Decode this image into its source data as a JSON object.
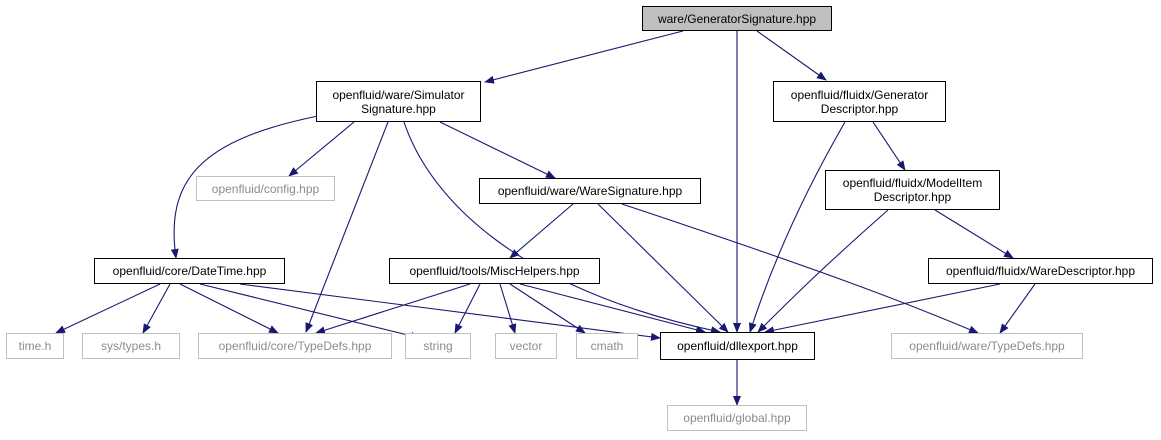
{
  "colors": {
    "edge": "#191970",
    "border": "#000000",
    "external_border": "#bfbfbf",
    "external_text": "#8c8c8c",
    "root_fill": "#bfbfbf"
  },
  "nodes": {
    "root": "ware/GeneratorSignature.hpp",
    "simsig": "openfluid/ware/Simulator\nSignature.hpp",
    "gendesc": "openfluid/fluidx/Generator\nDescriptor.hpp",
    "config": "openfluid/config.hpp",
    "waresig": "openfluid/ware/WareSignature.hpp",
    "modeldesc": "openfluid/fluidx/ModelItem\nDescriptor.hpp",
    "datetime": "openfluid/core/DateTime.hpp",
    "mischelpers": "openfluid/tools/MiscHelpers.hpp",
    "waredesc": "openfluid/fluidx/WareDescriptor.hpp",
    "timeh": "time.h",
    "systypes": "sys/types.h",
    "coretypedefs": "openfluid/core/TypeDefs.hpp",
    "string": "string",
    "vector": "vector",
    "cmath": "cmath",
    "dllexport": "openfluid/dllexport.hpp",
    "waretypedefs": "openfluid/ware/TypeDefs.hpp",
    "global": "openfluid/global.hpp"
  }
}
